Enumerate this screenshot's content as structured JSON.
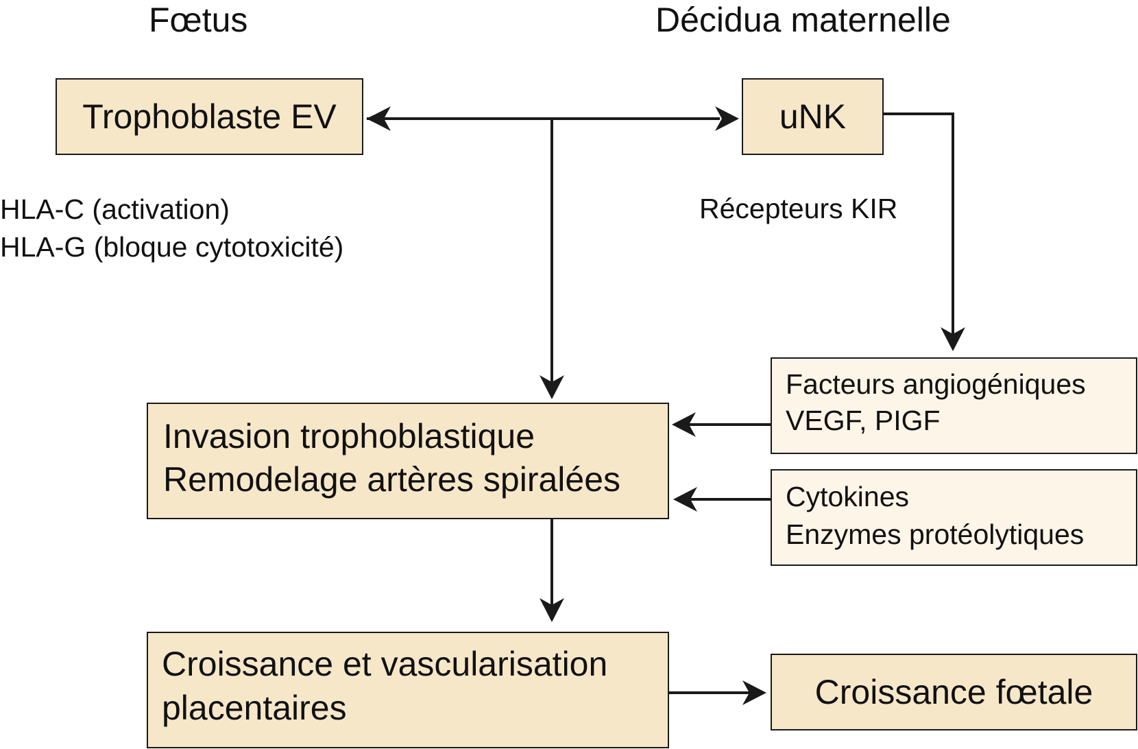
{
  "headers": {
    "left": "Fœtus",
    "right": "Décidua maternelle"
  },
  "nodes": {
    "trophoblaste": "Trophoblaste EV",
    "unk": "uNK",
    "invasion": [
      "Invasion trophoblastique",
      "Remodelage artères spiralées"
    ],
    "facteurs": [
      "Facteurs angiogéniques",
      "VEGF, PIGF"
    ],
    "cytokines": [
      "Cytokines",
      "Enzymes protéolytiques"
    ],
    "croissance_placentaire": [
      "Croissance et vascularisation",
      "placentaires"
    ],
    "croissance_foetale": "Croissance fœtale"
  },
  "labels": {
    "hla": [
      "HLA-C (activation)",
      "HLA-G (bloque cytotoxicité)"
    ],
    "kir": "Récepteurs KIR"
  },
  "colors": {
    "box_fill": "#f7e7c9",
    "box_fill_pale": "#fdf5e8",
    "stroke": "#1a1a1a"
  }
}
